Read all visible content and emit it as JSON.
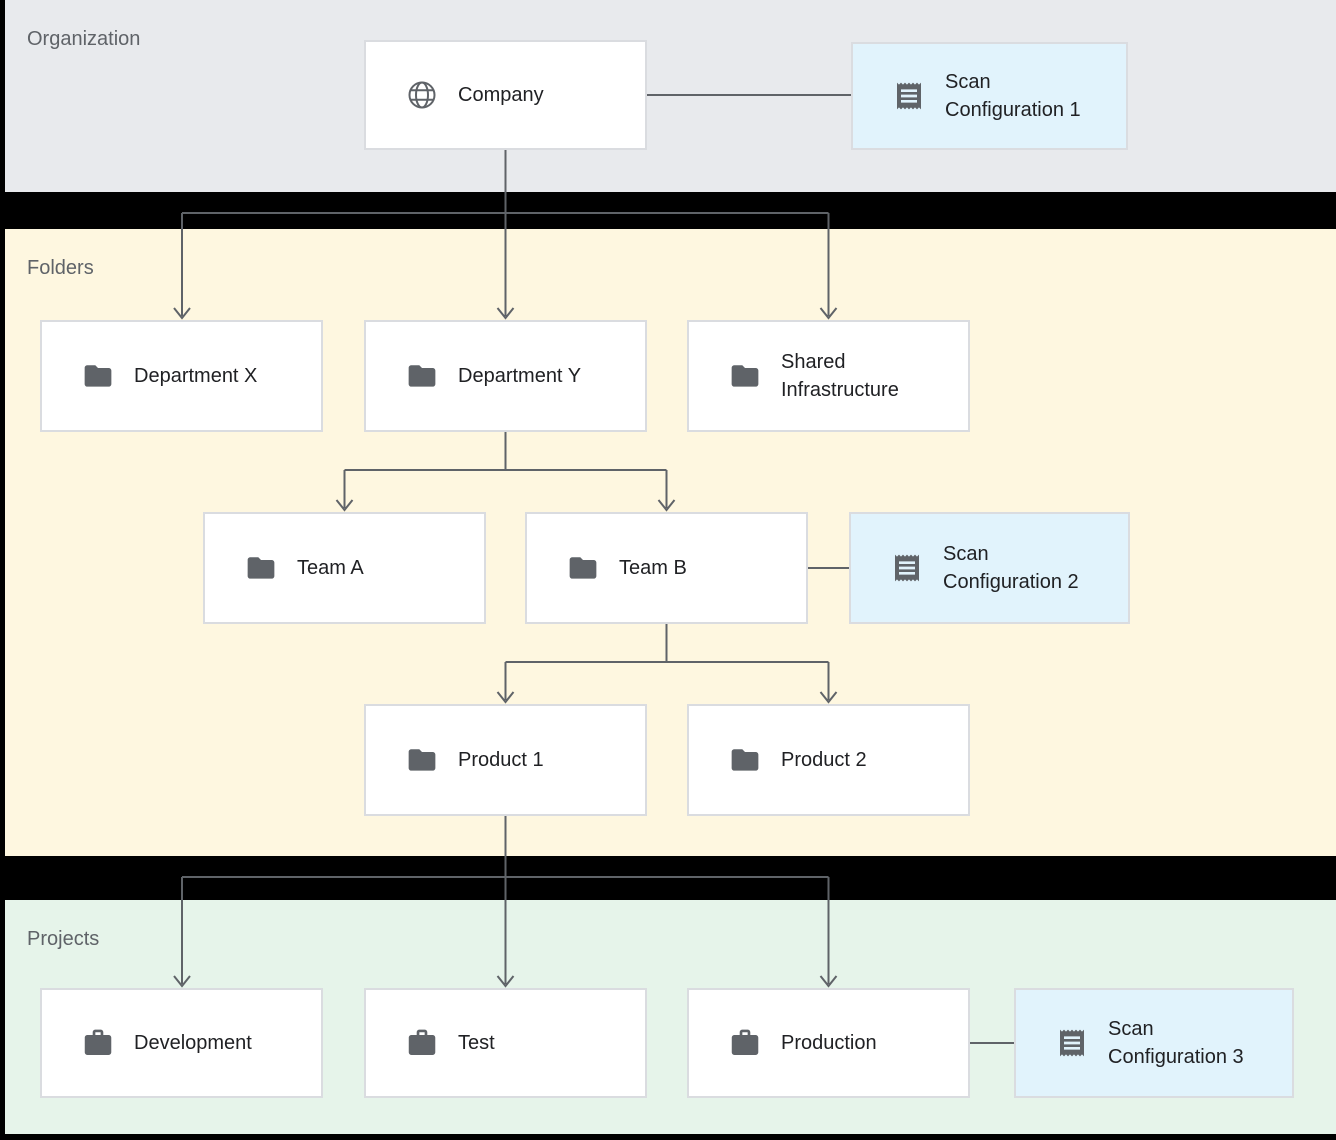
{
  "sections": {
    "organization": {
      "label": "Organization"
    },
    "folders": {
      "label": "Folders"
    },
    "projects": {
      "label": "Projects"
    }
  },
  "nodes": {
    "company": {
      "label": "Company",
      "icon": "globe-icon"
    },
    "scan_config_1": {
      "label": "Scan Configuration 1",
      "icon": "receipt-icon"
    },
    "department_x": {
      "label": "Department X",
      "icon": "folder-icon"
    },
    "department_y": {
      "label": "Department Y",
      "icon": "folder-icon"
    },
    "shared_infrastructure": {
      "label": "Shared Infrastructure",
      "icon": "folder-icon"
    },
    "team_a": {
      "label": "Team A",
      "icon": "folder-icon"
    },
    "team_b": {
      "label": "Team B",
      "icon": "folder-icon"
    },
    "scan_config_2": {
      "label": "Scan Configuration 2",
      "icon": "receipt-icon"
    },
    "product_1": {
      "label": "Product 1",
      "icon": "folder-icon"
    },
    "product_2": {
      "label": "Product 2",
      "icon": "folder-icon"
    },
    "development": {
      "label": "Development",
      "icon": "briefcase-icon"
    },
    "test": {
      "label": "Test",
      "icon": "briefcase-icon"
    },
    "production": {
      "label": "Production",
      "icon": "briefcase-icon"
    },
    "scan_config_3": {
      "label": "Scan Configuration 3",
      "icon": "receipt-icon"
    }
  },
  "edges": [
    {
      "from": "company",
      "to": "scan_config_1",
      "type": "association"
    },
    {
      "from": "company",
      "to": "department_x",
      "type": "hierarchy"
    },
    {
      "from": "company",
      "to": "department_y",
      "type": "hierarchy"
    },
    {
      "from": "company",
      "to": "shared_infrastructure",
      "type": "hierarchy"
    },
    {
      "from": "department_y",
      "to": "team_a",
      "type": "hierarchy"
    },
    {
      "from": "department_y",
      "to": "team_b",
      "type": "hierarchy"
    },
    {
      "from": "team_b",
      "to": "scan_config_2",
      "type": "association"
    },
    {
      "from": "team_b",
      "to": "product_1",
      "type": "hierarchy"
    },
    {
      "from": "team_b",
      "to": "product_2",
      "type": "hierarchy"
    },
    {
      "from": "product_1",
      "to": "development",
      "type": "hierarchy"
    },
    {
      "from": "product_1",
      "to": "test",
      "type": "hierarchy"
    },
    {
      "from": "product_1",
      "to": "production",
      "type": "hierarchy"
    },
    {
      "from": "production",
      "to": "scan_config_3",
      "type": "association"
    }
  ],
  "colors": {
    "page_bg": "#000000",
    "org_bg": "#e8eaed",
    "folders_bg": "#fef7e0",
    "projects_bg": "#e6f4ea",
    "node_bg": "#ffffff",
    "scan_bg": "#e1f3fc",
    "node_border": "#dadce0",
    "connector": "#5f6368",
    "icon": "#5f6368",
    "node_text": "#202124",
    "section_text": "#5f6368"
  }
}
